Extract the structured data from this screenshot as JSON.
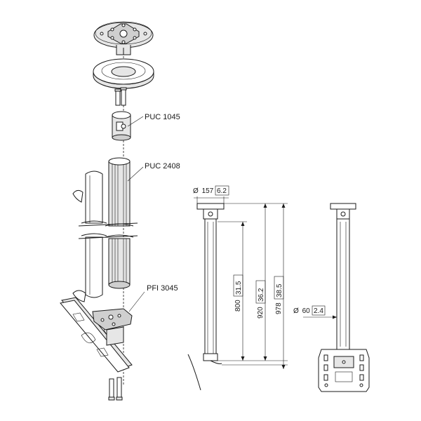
{
  "parts": {
    "puc1045": "PUC 1045",
    "puc2408": "PUC 2408",
    "pfi3045": "PFI 3045"
  },
  "dimensions": {
    "plate_diameter_symbol": "Ø",
    "plate_diameter_mm": "157",
    "plate_diameter_in": "6.2",
    "tube_diameter_symbol": "Ø",
    "tube_diameter_mm": "60",
    "tube_diameter_in": "2.4",
    "height_800_mm": "800",
    "height_800_in": "31.5",
    "height_920_mm": "920",
    "height_920_in": "36.2",
    "height_978_mm": "978",
    "height_978_in": "38.5"
  }
}
